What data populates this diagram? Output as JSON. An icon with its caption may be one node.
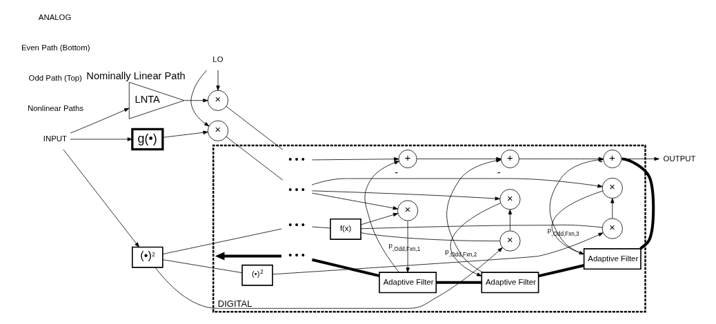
{
  "diagram": {
    "nodes": [
      {
        "text": [
          "INPUT"
        ]
      },
      {
        "text": [
          "LNTA"
        ],
        "beside": [
          "Nominally Linear Path"
        ]
      },
      {
        "text": [
          "×"
        ]
      },
      {
        "text": [
          "g(•)"
        ]
      },
      {
        "text": [
          "×"
        ]
      },
      {
        "text": [
          "(•)$^{2}$"
        ]
      },
      {
        "text": [
          "LO"
        ]
      },
      {
        "text": [
          "DIGITAL"
        ]
      },
      {
        "text": [
          "• • •"
        ],
        "in": 7
      },
      {
        "text": [
          "• • •"
        ],
        "in": 7
      },
      {
        "text": [
          "• • •"
        ],
        "in": 7
      },
      {
        "text": [
          "• • •"
        ],
        "in": 7
      },
      {
        "text": [
          "+"
        ],
        "beside": [
          "-"
        ],
        "in": 7
      },
      {
        "text": [
          "+"
        ],
        "beside": [
          "-"
        ],
        "in": 7
      },
      {
        "text": [
          "+"
        ],
        "beside": [
          "-"
        ],
        "in": 7
      },
      {
        "text": [
          "Adaptive Filter"
        ],
        "in": 7
      },
      {
        "text": [
          "Adaptive Filter"
        ],
        "in": 7
      },
      {
        "text": [
          "Adaptive Filter"
        ],
        "in": 7
      },
      {
        "text": [
          "×"
        ],
        "in": 7
      },
      {
        "text": [
          "×"
        ],
        "in": 7
      },
      {
        "text": [
          "×"
        ],
        "in": 7
      },
      {
        "text": [
          "×"
        ],
        "in": 7
      },
      {
        "text": [
          "×"
        ],
        "in": 7
      },
      {
        "text": [
          "f(x)"
        ],
        "in": 7
      },
      {
        "text": [
          "(•)$^{2}$"
        ],
        "in": 7
      },
      {
        "text": [
          "OUTPUT"
        ]
      }
    ],
    "edges": [
      {
        "from": 0,
        "to": 1,
        "arrow": "to"
      },
      {
        "from": 0,
        "to": 3,
        "arrow": "to"
      },
      {
        "from": 0,
        "to": 5,
        "arrow": "to"
      },
      {
        "from": 1,
        "to": 2,
        "arrow": "to"
      },
      {
        "from": 3,
        "to": 4,
        "arrow": "to"
      },
      {
        "from": 6,
        "to": 2,
        "arrow": "to"
      },
      {
        "from": 6,
        "to": 4,
        "arrow": "to"
      },
      {
        "from": 2,
        "to": 8,
        "arrow": "none"
      },
      {
        "from": 8,
        "to": 12,
        "arrow": "to"
      },
      {
        "from": 12,
        "to": 13,
        "arrow": "to"
      },
      {
        "from": 13,
        "to": 14,
        "arrow": "to"
      },
      {
        "from": 14,
        "to": 25,
        "arrow": "to"
      },
      {
        "from": 14,
        "to": 17,
        "arrow": "none",
        "style": "thick"
      },
      {
        "from": 15,
        "to": 12,
        "arrow": "to"
      },
      {
        "from": 16,
        "to": 13,
        "arrow": "to"
      },
      {
        "from": 17,
        "to": 14,
        "arrow": "to"
      },
      {
        "from": 17,
        "to": 16,
        "arrow": "none",
        "style": "thick"
      },
      {
        "from": 16,
        "to": 15,
        "arrow": "none",
        "style": "thick"
      },
      {
        "from": 15,
        "to": 9,
        "arrow": "none",
        "style": "thick"
      },
      {
        "from": 9,
        "to": null,
        "arrow": "to",
        "style": "thick"
      },
      {
        "from": 4,
        "to": 10,
        "arrow": "none"
      },
      {
        "from": 10,
        "to": 18,
        "arrow": "to"
      },
      {
        "from": 10,
        "to": 19,
        "arrow": "to"
      },
      {
        "from": 10,
        "to": 20,
        "arrow": "to"
      },
      {
        "from": 18,
        "to": 15,
        "arrow": "to",
        "label": "p$_{,Odd,Fxn,1}$"
      },
      {
        "from": 19,
        "to": 16,
        "arrow": "to",
        "label": "p$_{,Odd,Fxn,2}$"
      },
      {
        "from": 20,
        "to": 17,
        "arrow": "to",
        "label": "p$_{,Odd,Fxn,3}$"
      },
      {
        "from": 5,
        "to": 11,
        "arrow": "none"
      },
      {
        "from": 11,
        "to": 23,
        "arrow": "none"
      },
      {
        "from": 23,
        "to": 18,
        "arrow": "to"
      },
      {
        "from": 23,
        "to": 21,
        "arrow": "none"
      },
      {
        "from": 23,
        "to": 22,
        "arrow": "none"
      },
      {
        "from": 21,
        "to": 19,
        "arrow": "to"
      },
      {
        "from": 22,
        "to": 20,
        "arrow": "to"
      },
      {
        "from": 5,
        "to": 24,
        "arrow": "none"
      },
      {
        "from": 5,
        "to": 21,
        "arrow": "to"
      },
      {
        "from": 24,
        "to": 22,
        "arrow": "to"
      }
    ],
    "labels": [
      "Nonlinear Paths",
      "Odd Path (Top)",
      "Even Path (Bottom)",
      "ANALOG"
    ]
  }
}
